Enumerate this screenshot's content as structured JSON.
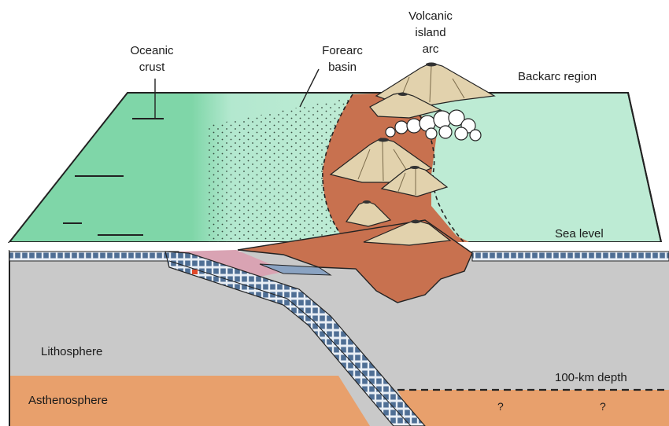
{
  "labels": {
    "oceanic_crust_line1": "Oceanic",
    "oceanic_crust_line2": "crust",
    "forearc_line1": "Forearc",
    "forearc_line2": "basin",
    "volcanic_line1": "Volcanic",
    "volcanic_line2": "island",
    "volcanic_line3": "arc",
    "backarc": "Backarc region",
    "sea_level": "Sea level",
    "lithosphere": "Lithosphere",
    "asthenosphere": "Asthenosphere",
    "depth": "100-km depth",
    "unknown_1": "?",
    "unknown_2": "?"
  },
  "colors": {
    "sea": "#7fd6a8",
    "sea_light": "#b6ead1",
    "arc_crust": "#c8714f",
    "mountain": "#e2d2ad",
    "lithosphere": "#c9c9c9",
    "asthenosphere": "#e8a06c",
    "slab_block": "#4f6f95",
    "wedge": "#d9a3b3"
  },
  "icons": [
    "volcano-icon",
    "eruption-cloud-icon"
  ]
}
